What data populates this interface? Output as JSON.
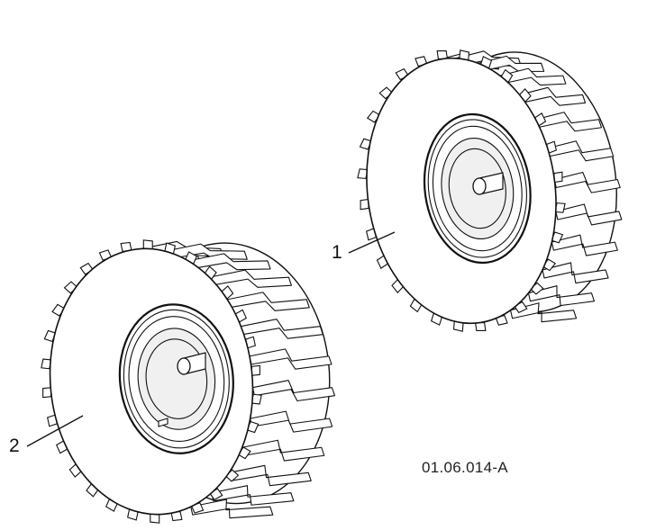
{
  "figure": {
    "reference_code": "01.06.014-A",
    "callouts": [
      {
        "id": "1",
        "label": "1"
      },
      {
        "id": "2",
        "label": "2"
      }
    ]
  },
  "colors": {
    "ink": "#111111",
    "paper": "#ffffff",
    "hub_shade": "#f0f0f0"
  },
  "icons": [
    "tire-icon",
    "wheel-rim-icon",
    "axle-shaft-icon"
  ]
}
